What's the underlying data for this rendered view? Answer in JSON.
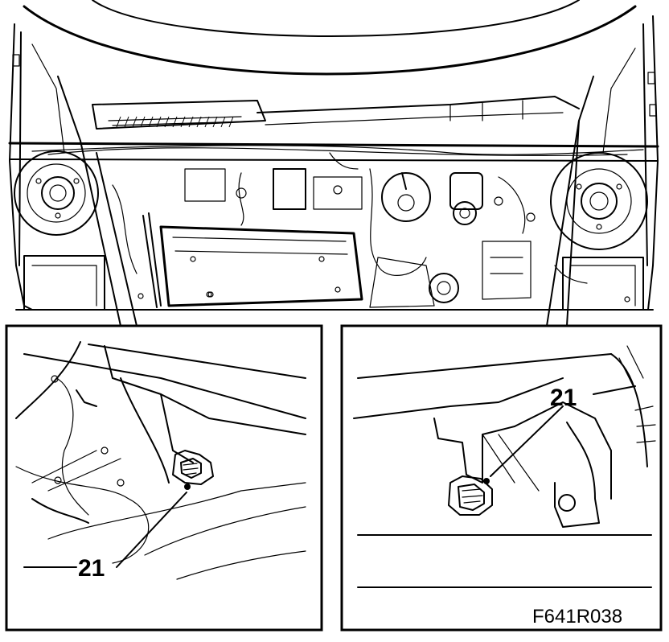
{
  "callouts": {
    "left_detail_label": "21",
    "right_detail_label": "21"
  },
  "figure_ref": "F641R038"
}
